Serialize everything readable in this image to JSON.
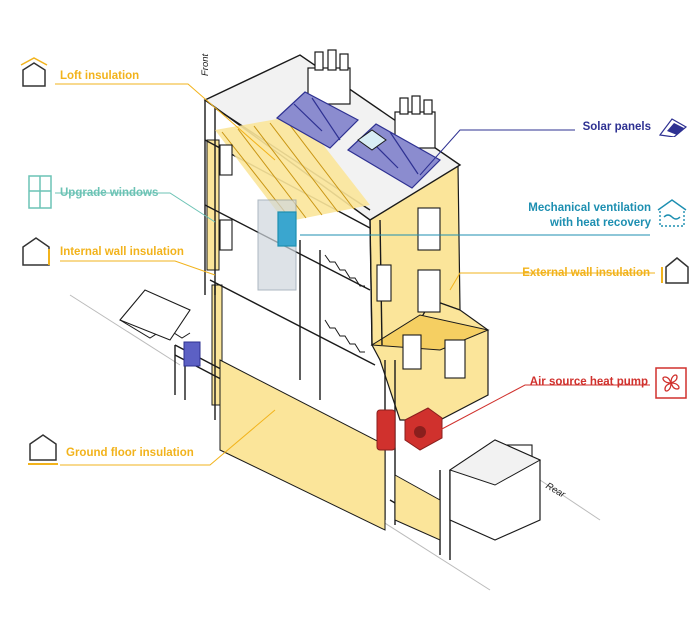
{
  "labels": {
    "loft": "Loft insulation",
    "windows": "Upgrade windows",
    "internal_wall": "Internal wall insulation",
    "ground_floor": "Ground floor insulation",
    "solar": "Solar panels",
    "mvhr_line1": "Mechanical ventilation",
    "mvhr_line2": "with heat recovery",
    "external_wall": "External wall insulation",
    "heat_pump": "Air source heat pump"
  },
  "orientation": {
    "front": "Front",
    "rear": "Rear"
  },
  "colors": {
    "insulation": "#f2b31c",
    "insulation_fill": "#fbe59a",
    "windows": "#6cc3b5",
    "solar": "#2e3192",
    "solar_fill": "#8b8ccf",
    "mvhr": "#1d8fb1",
    "heat_pump": "#d0312d",
    "outline": "#1a1a1a"
  },
  "icons": [
    "house-insulation-icon",
    "window-icon",
    "solar-panel-icon",
    "ventilation-house-icon",
    "fan-icon"
  ]
}
